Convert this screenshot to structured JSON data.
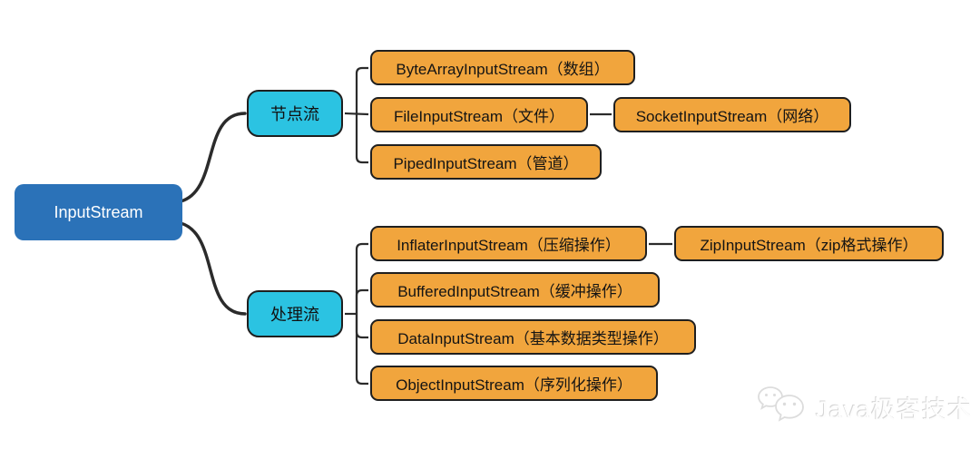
{
  "mindmap": {
    "root": {
      "label": "InputStream"
    },
    "branches": [
      {
        "label": "节点流",
        "children": [
          {
            "label": "ByteArrayInputStream（数组）"
          },
          {
            "label": "FileInputStream（文件）",
            "child": {
              "label": "SocketInputStream（网络）"
            }
          },
          {
            "label": "PipedInputStream（管道）"
          }
        ]
      },
      {
        "label": "处理流",
        "children": [
          {
            "label": "InflaterInputStream（压缩操作）",
            "child": {
              "label": "ZipInputStream（zip格式操作）"
            }
          },
          {
            "label": "BufferedInputStream（缓冲操作）"
          },
          {
            "label": "DataInputStream（基本数据类型操作）"
          },
          {
            "label": "ObjectInputStream（序列化操作）"
          }
        ]
      }
    ]
  },
  "watermark": {
    "label": "Java极客技术",
    "icon": "wechat-icon"
  },
  "colors": {
    "background": "#ffffff",
    "root_bg": "#2B72B8",
    "root_text": "#ffffff",
    "branch_bg": "#2BC3E2",
    "leaf_bg": "#F1A53D",
    "node_border": "#1f1f1f",
    "line": "#2b2b2b",
    "watermark": "#dcdcdc"
  }
}
